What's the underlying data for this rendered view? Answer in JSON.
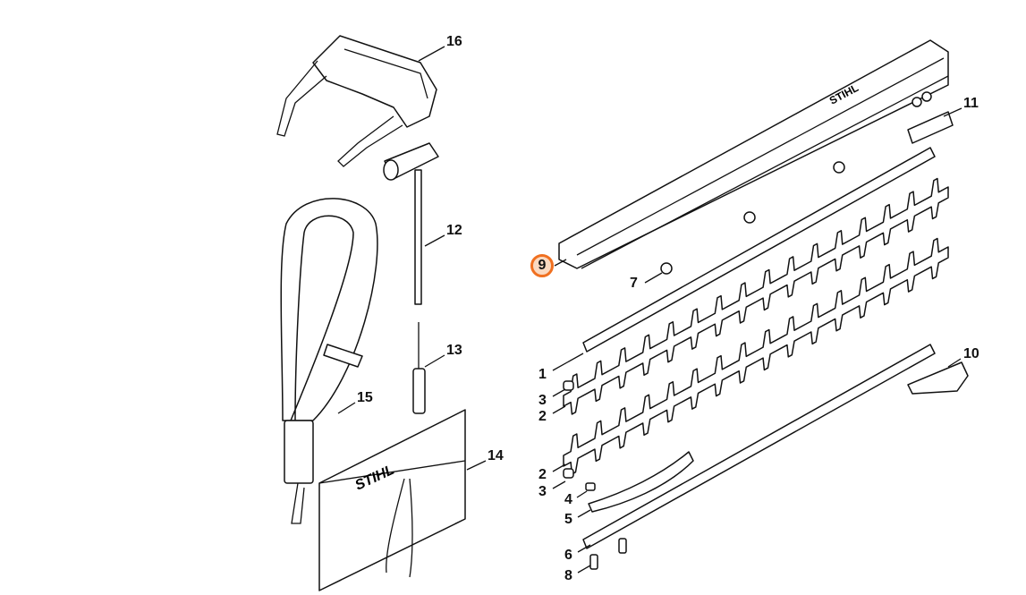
{
  "diagram": {
    "labels": [
      "16",
      "11",
      "12",
      "9",
      "7",
      "13",
      "10",
      "1",
      "3",
      "15",
      "2",
      "14",
      "2",
      "3",
      "4",
      "5",
      "6",
      "8"
    ],
    "highlighted_label": "9",
    "highlight_color": "#f07020",
    "brand_text": [
      "STIHL",
      "STIHL"
    ]
  }
}
